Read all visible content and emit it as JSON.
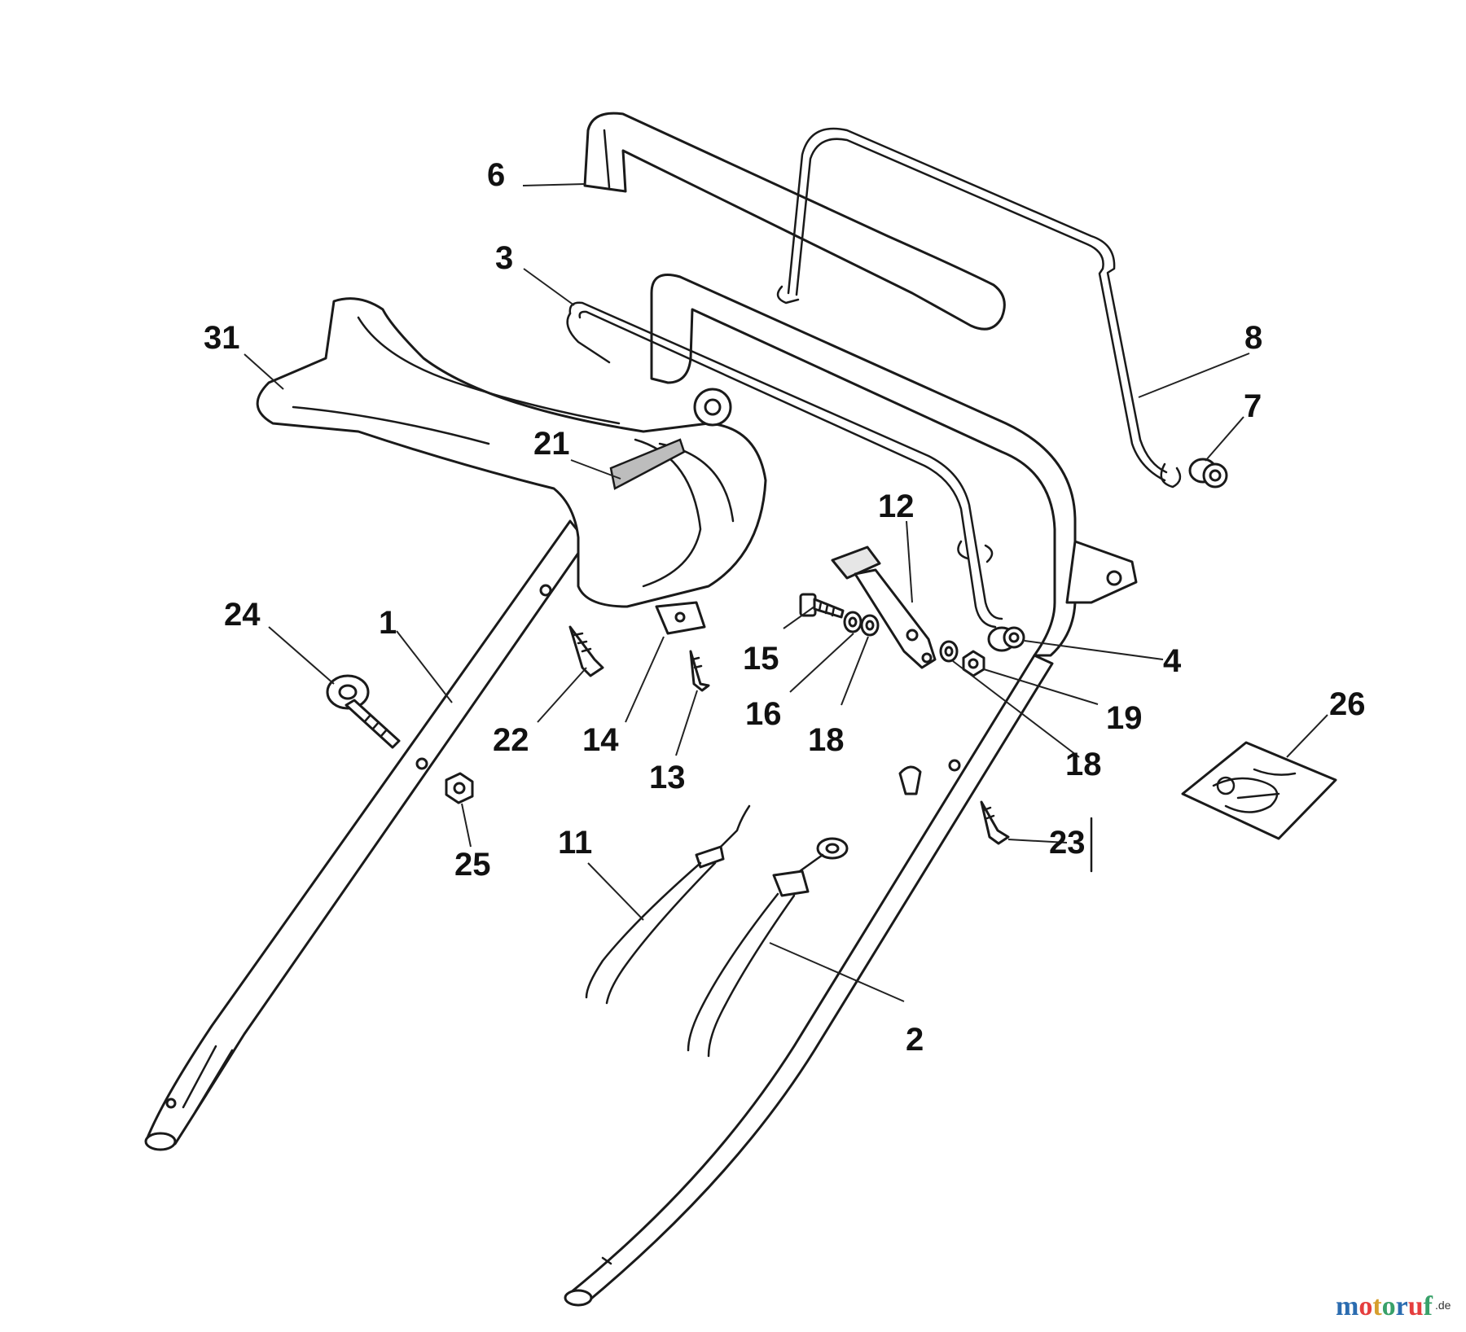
{
  "callouts": [
    {
      "id": "c1",
      "label": "1"
    },
    {
      "id": "c2",
      "label": "2"
    },
    {
      "id": "c3",
      "label": "3"
    },
    {
      "id": "c4",
      "label": "4"
    },
    {
      "id": "c6",
      "label": "6"
    },
    {
      "id": "c7",
      "label": "7"
    },
    {
      "id": "c8",
      "label": "8"
    },
    {
      "id": "c11",
      "label": "11"
    },
    {
      "id": "c12",
      "label": "12"
    },
    {
      "id": "c13",
      "label": "13"
    },
    {
      "id": "c14",
      "label": "14"
    },
    {
      "id": "c15",
      "label": "15"
    },
    {
      "id": "c16",
      "label": "16"
    },
    {
      "id": "c18a",
      "label": "18"
    },
    {
      "id": "c18b",
      "label": "18"
    },
    {
      "id": "c19",
      "label": "19"
    },
    {
      "id": "c21",
      "label": "21"
    },
    {
      "id": "c22",
      "label": "22"
    },
    {
      "id": "c23",
      "label": "23"
    },
    {
      "id": "c24",
      "label": "24"
    },
    {
      "id": "c25",
      "label": "25"
    },
    {
      "id": "c26",
      "label": "26"
    },
    {
      "id": "c31",
      "label": "31"
    }
  ],
  "watermark": {
    "brand_letters": [
      "m",
      "o",
      "t",
      "o",
      "r",
      "u",
      "f"
    ],
    "brand_colors": [
      "#2b6cb0",
      "#e53e3e",
      "#d69e2e",
      "#38a169",
      "#2b6cb0",
      "#e53e3e",
      "#38a169"
    ],
    "suffix": ".de"
  }
}
